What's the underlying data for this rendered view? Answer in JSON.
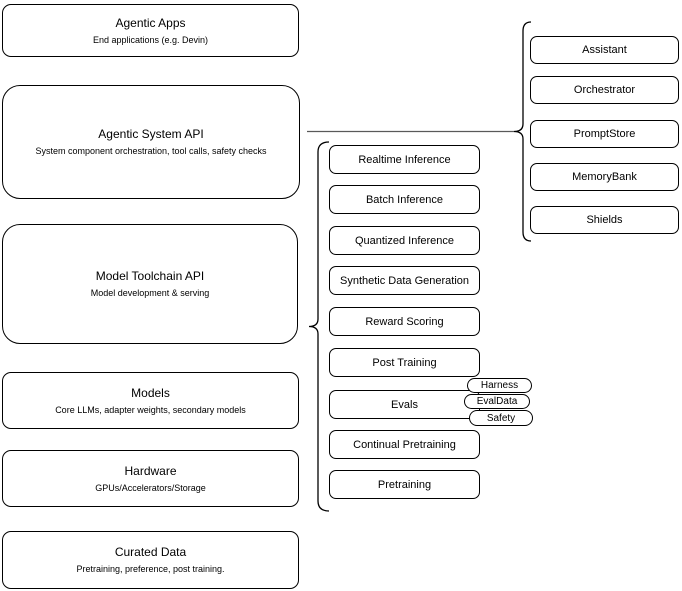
{
  "diagram": {
    "colors": {
      "background": "#ffffff",
      "node_fill": "#ffffff",
      "node_stroke": "#000000",
      "bracket_stroke": "#000000",
      "connector_line": "#595959",
      "text": "#000000"
    },
    "stack": {
      "boxes": [
        {
          "title": "Agentic Apps",
          "subtitle": "End applications (e.g. Devin)"
        },
        {
          "title": "Agentic System API",
          "subtitle": "System component orchestration, tool calls, safety checks"
        },
        {
          "title": "Model Toolchain API",
          "subtitle": "Model development & serving"
        },
        {
          "title": "Models",
          "subtitle": "Core LLMs, adapter weights, secondary models"
        },
        {
          "title": "Hardware",
          "subtitle": "GPUs/Accelerators/Storage"
        },
        {
          "title": "Curated Data",
          "subtitle": "Pretraining, preference, post training."
        }
      ]
    },
    "toolchain_components": [
      "Realtime Inference",
      "Batch Inference",
      "Quantized Inference",
      "Synthetic Data Generation",
      "Reward Scoring",
      "Post Training",
      "Evals",
      "Continual Pretraining",
      "Pretraining"
    ],
    "evals_tags": [
      "Harness",
      "EvalData",
      "Safety"
    ],
    "system_components": [
      "Assistant",
      "Orchestrator",
      "PromptStore",
      "MemoryBank",
      "Shields"
    ]
  }
}
